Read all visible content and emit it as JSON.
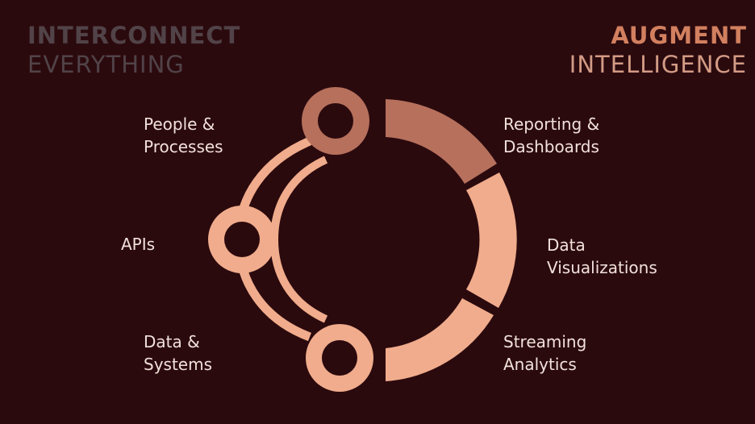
{
  "headings": {
    "left": {
      "bold": "INTERCONNECT",
      "light": "EVERYTHING"
    },
    "right": {
      "bold": "AUGMENT",
      "light": "INTELLIGENCE"
    }
  },
  "labels": {
    "people_processes": [
      "People &",
      "Processes"
    ],
    "apis": [
      "APIs"
    ],
    "data_systems": [
      "Data &",
      "Systems"
    ],
    "reporting_dashboards": [
      "Reporting &",
      "Dashboards"
    ],
    "data_visualizations": [
      "Data",
      "Visualizations"
    ],
    "streaming_analytics": [
      "Streaming",
      "Analytics"
    ]
  },
  "colors": {
    "background": "#2b0a0e",
    "ring_dark": "#b6705c",
    "ring_light": "#f0ac8c",
    "segment_mid": "#e8987a"
  }
}
